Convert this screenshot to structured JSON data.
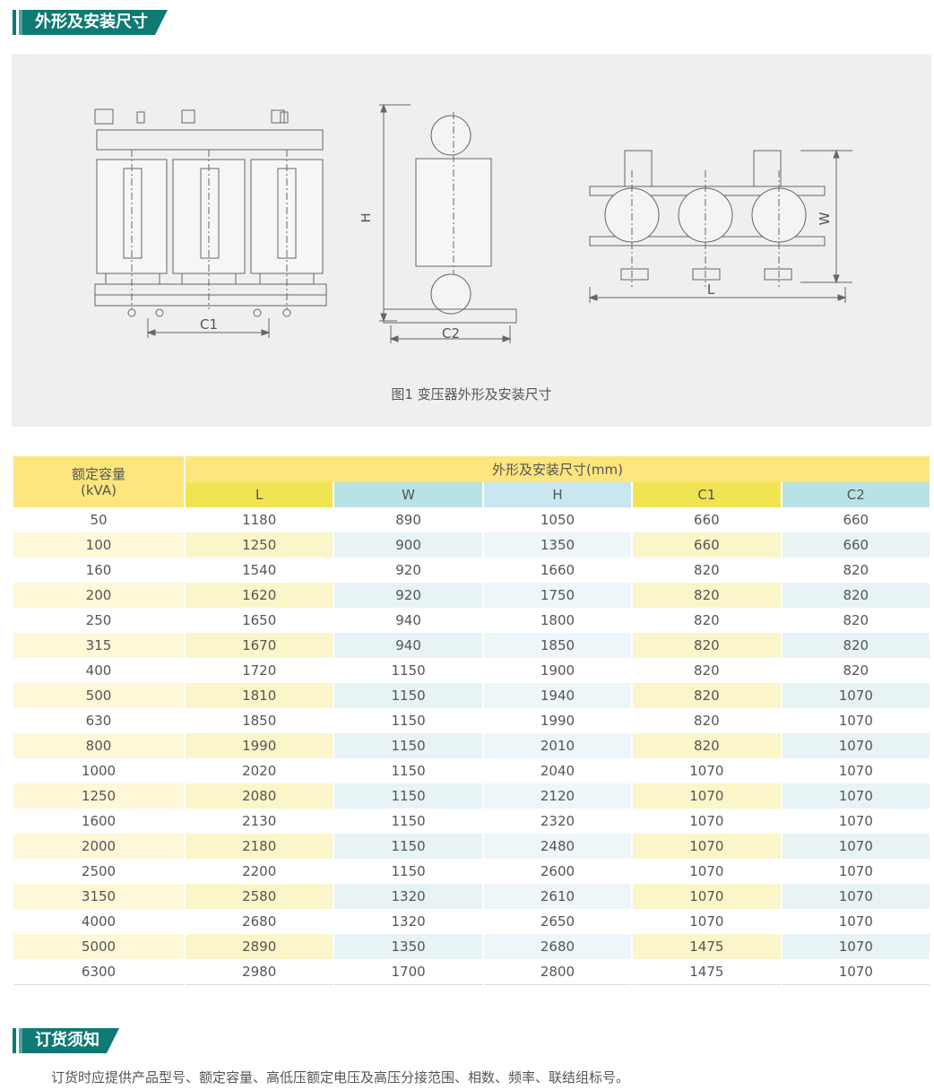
{
  "section1": {
    "title": "外形及安装尺寸"
  },
  "figure": {
    "caption": "图1 变压器外形及安装尺寸",
    "labels": {
      "c1": "C1",
      "c2": "C2",
      "h": "H",
      "l": "L",
      "w": "W"
    }
  },
  "table": {
    "capacity_header": "额定容量\n(kVA)",
    "group_header": "外形及安装尺寸(mm)",
    "columns": [
      "L",
      "W",
      "H",
      "C1",
      "C2"
    ],
    "rows": [
      [
        "50",
        "1180",
        "890",
        "1050",
        "660",
        "660"
      ],
      [
        "100",
        "1250",
        "900",
        "1350",
        "660",
        "660"
      ],
      [
        "160",
        "1540",
        "920",
        "1660",
        "820",
        "820"
      ],
      [
        "200",
        "1620",
        "920",
        "1750",
        "820",
        "820"
      ],
      [
        "250",
        "1650",
        "940",
        "1800",
        "820",
        "820"
      ],
      [
        "315",
        "1670",
        "940",
        "1850",
        "820",
        "820"
      ],
      [
        "400",
        "1720",
        "1150",
        "1900",
        "820",
        "820"
      ],
      [
        "500",
        "1810",
        "1150",
        "1940",
        "820",
        "1070"
      ],
      [
        "630",
        "1850",
        "1150",
        "1990",
        "820",
        "1070"
      ],
      [
        "800",
        "1990",
        "1150",
        "2010",
        "820",
        "1070"
      ],
      [
        "1000",
        "2020",
        "1150",
        "2040",
        "1070",
        "1070"
      ],
      [
        "1250",
        "2080",
        "1150",
        "2120",
        "1070",
        "1070"
      ],
      [
        "1600",
        "2130",
        "1150",
        "2320",
        "1070",
        "1070"
      ],
      [
        "2000",
        "2180",
        "1150",
        "2480",
        "1070",
        "1070"
      ],
      [
        "2500",
        "2200",
        "1150",
        "2600",
        "1070",
        "1070"
      ],
      [
        "3150",
        "2580",
        "1320",
        "2610",
        "1070",
        "1070"
      ],
      [
        "4000",
        "2680",
        "1320",
        "2650",
        "1070",
        "1070"
      ],
      [
        "5000",
        "2890",
        "1350",
        "2680",
        "1475",
        "1070"
      ],
      [
        "6300",
        "2980",
        "1700",
        "2800",
        "1475",
        "1070"
      ]
    ]
  },
  "section2": {
    "title": "订货须知",
    "text": "订货时应提供产品型号、额定容量、高低压额定电压及高压分接范围、相数、频率、联结组标号。"
  }
}
